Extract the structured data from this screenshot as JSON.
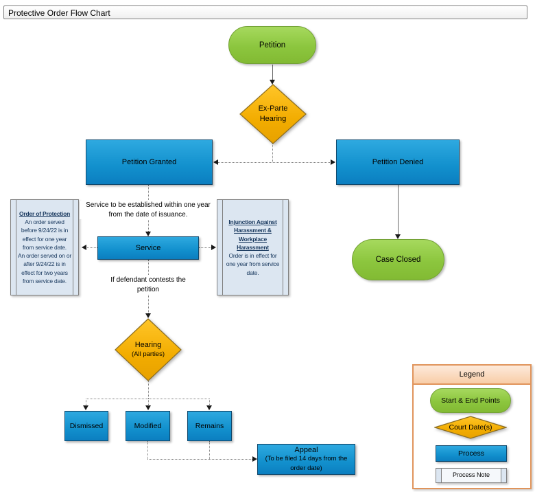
{
  "title": "Protective Order Flow Chart",
  "flow": {
    "petition": {
      "label": "Petition"
    },
    "ex_parte_hearing": {
      "label": "Ex-Parte Hearing"
    },
    "petition_granted": {
      "label": "Petition Granted"
    },
    "petition_denied": {
      "label": "Petition Denied"
    },
    "case_closed": {
      "label": "Case Closed"
    },
    "service": {
      "label": "Service"
    },
    "hearing": {
      "label": "Hearing",
      "sub": "(All parties)"
    },
    "dismissed": {
      "label": "Dismissed"
    },
    "modified": {
      "label": "Modified"
    },
    "remains": {
      "label": "Remains"
    },
    "appeal": {
      "label": "Appeal",
      "sub": "(To be filed 14 days from the order date)"
    }
  },
  "edge_labels": {
    "service_timing": "Service to be established within one year from the date of issuance.",
    "contest": "If defendant contests the petition"
  },
  "notes": {
    "order_of_protection": {
      "title": "Order of Protection",
      "line1": "An order served before 9/24/22 is in effect for one year from service date.",
      "line2": "An order served on or after 9/24/22 is in effect for two years from service date."
    },
    "injunction": {
      "title": "Injunction Against Harassment & Workplace Harassment",
      "body": "Order is in effect for one year from service date."
    }
  },
  "legend": {
    "title": "Legend",
    "items": [
      {
        "label": "Start & End Points",
        "type": "terminator"
      },
      {
        "label": "Court Date(s)",
        "type": "decision"
      },
      {
        "label": "Process",
        "type": "process"
      },
      {
        "label": "Process Note",
        "type": "note"
      }
    ]
  },
  "colors": {
    "terminator_green": "#8cc63e",
    "decision_gold": "#f2ac00",
    "process_blue": "#1290cd",
    "note_fill": "#dce6f1",
    "legend_border": "#e0945b"
  }
}
